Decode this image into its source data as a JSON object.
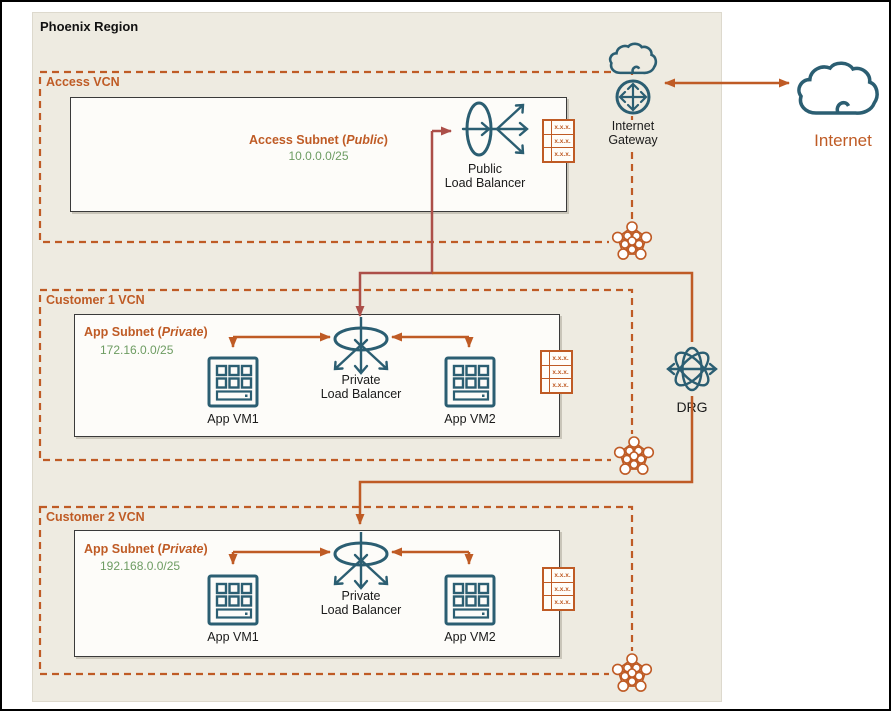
{
  "colors": {
    "accent_orange": "#bf5b25",
    "brick_red": "#ac4f49",
    "icon_teal": "#2b5e72",
    "cidr_green": "#6d9c62",
    "region_bg": "#eeebe1"
  },
  "region": {
    "title": "Phoenix Region"
  },
  "internet": {
    "label": "Internet"
  },
  "internet_gateway": {
    "line1": "Internet",
    "line2": "Gateway"
  },
  "drg": {
    "label": "DRG"
  },
  "route_table": {
    "cell": "x.x.x."
  },
  "access_vcn": {
    "label": "Access VCN",
    "subnet_name": "Access Subnet (",
    "subnet_kind": "Public",
    "subnet_close": ")",
    "cidr": "10.0.0.0/25",
    "lb1": "Public",
    "lb2": "Load Balancer"
  },
  "customer1_vcn": {
    "label": "Customer 1 VCN",
    "subnet_name": "App Subnet (",
    "subnet_kind": "Private",
    "subnet_close": ")",
    "cidr": "172.16.0.0/25",
    "lb1": "Private",
    "lb2": "Load Balancer",
    "vm1": "App VM1",
    "vm2": "App VM2"
  },
  "customer2_vcn": {
    "label": "Customer 2 VCN",
    "subnet_name": "App Subnet (",
    "subnet_kind": "Private",
    "subnet_close": ")",
    "cidr": "192.168.0.0/25",
    "lb1": "Private",
    "lb2": "Load Balancer",
    "vm1": "App VM1",
    "vm2": "App VM2"
  }
}
